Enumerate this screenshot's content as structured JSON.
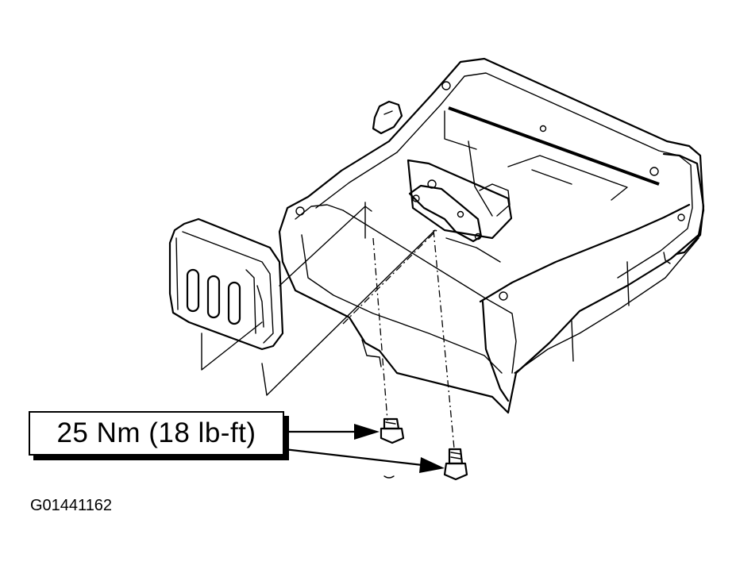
{
  "callout": {
    "torque_label": "25 Nm (18 lb-ft)"
  },
  "figure": {
    "id_label": "G01441162"
  },
  "icons": {
    "assembly": "seat-frame-assembly-drawing",
    "cover": "trim-cover-icon",
    "bolt": "hex-bolt-icon",
    "arrow": "leader-arrow-icon"
  }
}
